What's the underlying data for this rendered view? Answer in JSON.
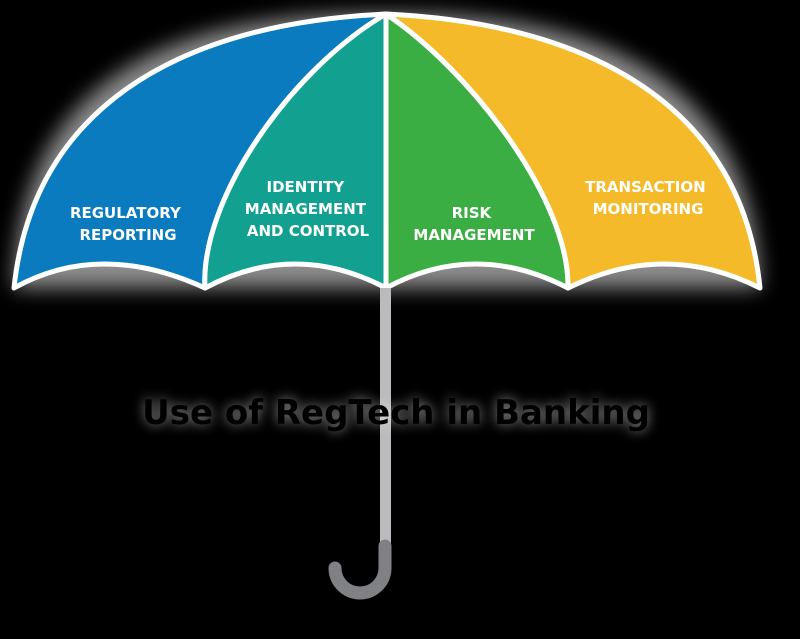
{
  "title": "Use of RegTech in Banking",
  "segments": [
    {
      "label_lines": [
        "REGULATORY",
        "REPORTING"
      ],
      "color": "#0A7BBF"
    },
    {
      "label_lines": [
        "IDENTITY",
        "MANAGEMENT",
        "AND CONTROL"
      ],
      "color": "#12A090"
    },
    {
      "label_lines": [
        "RISK",
        "MANAGEMENT"
      ],
      "color": "#3BAE43"
    },
    {
      "label_lines": [
        "TRANSACTION",
        "MONITORING"
      ],
      "color": "#F5BA2A"
    }
  ],
  "colors": {
    "background": "#000000",
    "rib": "#ffffff",
    "shaft": "#B9BBBD",
    "handle": "#7F8184"
  }
}
